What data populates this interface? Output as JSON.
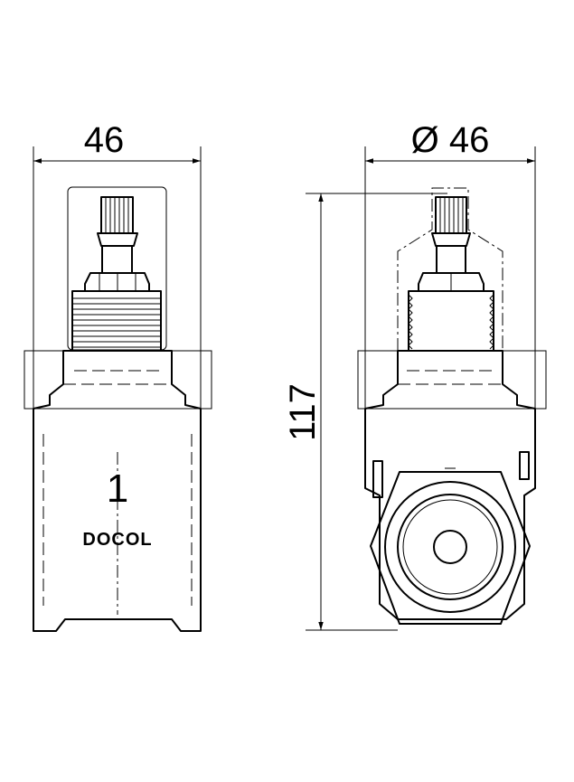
{
  "front_view": {
    "width_dimension": "46",
    "part_number": "1",
    "brand": "DOCOL"
  },
  "side_view": {
    "diameter_dimension": "Ø 46",
    "height_dimension": "117"
  }
}
